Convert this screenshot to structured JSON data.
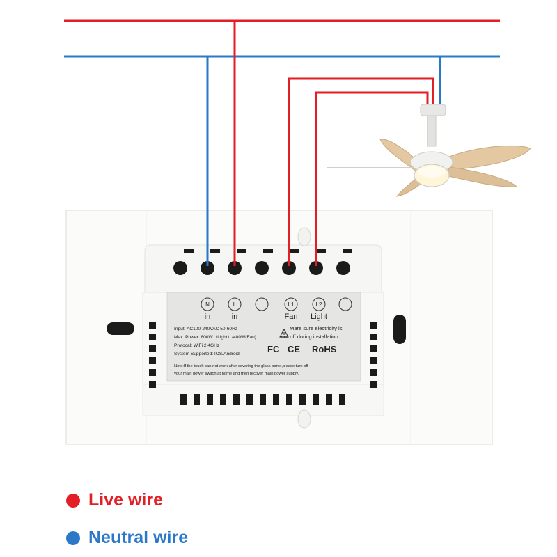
{
  "colors": {
    "live": "#e31e24",
    "neutral": "#2b78c9",
    "panel": "#fbfbfa",
    "terminal": "#1b1b1b"
  },
  "terminals": [
    {
      "letter": "N",
      "sub": "in",
      "wire": "neutral"
    },
    {
      "letter": "L",
      "sub": "in",
      "wire": "live"
    },
    {
      "letter": "",
      "sub": "",
      "wire": ""
    },
    {
      "letter": "L1",
      "sub": "Fan",
      "wire": "live"
    },
    {
      "letter": "L2",
      "sub": "Light",
      "wire": "live"
    },
    {
      "letter": "",
      "sub": "",
      "wire": ""
    }
  ],
  "label": {
    "spec_input": "Input: AC100-240VAC 50-60Hz",
    "spec_power": "Max. Power: 800W（Light）/400W(Fan)",
    "spec_protocol": "Protocal: WiFi 2.4GHz",
    "spec_system": "System Supported: IOS/Android",
    "warning_line1": "Mare sure electricity is",
    "warning_line2": "cut off during installation",
    "cert_fc": "FC",
    "cert_ce": "CE",
    "cert_rohs": "RoHS",
    "note_line1": "Note:If the touch can not work after covering the glass panel,please turn off",
    "note_line2": "your main power switch at home and then recover main power supply."
  },
  "legend": [
    {
      "label": "Live wire",
      "color": "#e31e24"
    },
    {
      "label": "Neutral wire",
      "color": "#2b78c9"
    }
  ]
}
